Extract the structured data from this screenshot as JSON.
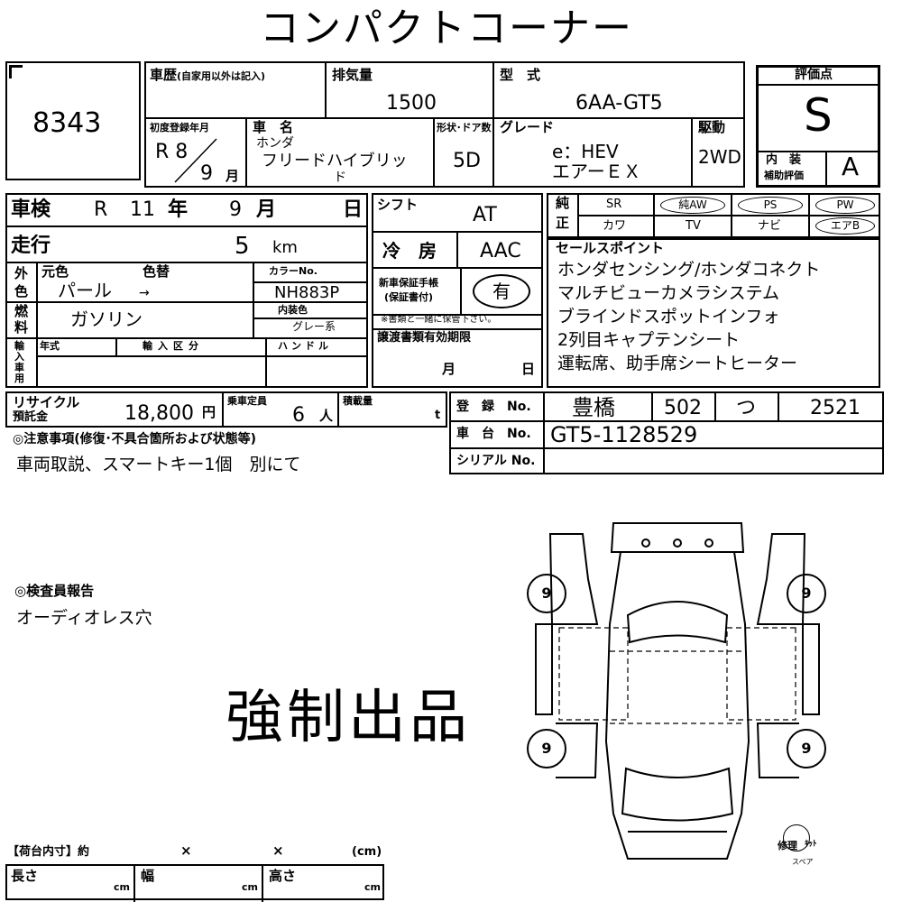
{
  "header": {
    "title": "コンパクトコーナー"
  },
  "lot": {
    "number": "8343"
  },
  "history": {
    "label": "車歴",
    "sub": "(自家用以外は記入)"
  },
  "displacement": {
    "label": "排気量",
    "value": "1500"
  },
  "model": {
    "label": "型　式",
    "value": "6AA-GT5"
  },
  "score_box": {
    "label": "評価点",
    "value": "S",
    "interior_label1": "内　装",
    "interior_label2": "補助評価",
    "interior_value": "A"
  },
  "first_reg": {
    "label": "初度登録年月",
    "year": "R 8",
    "month": "9",
    "month_unit": "月"
  },
  "car_name": {
    "label": "車　名",
    "maker": "ホンダ",
    "name_line1": "フリードハイブリッ",
    "name_line2": "ド"
  },
  "body": {
    "label": "形状･ドア数",
    "value": "5D"
  },
  "grade": {
    "label": "グレード",
    "line1": "e：HEV",
    "line2": "エアーＥＸ"
  },
  "drive": {
    "label": "駆動",
    "value": "2WD"
  },
  "inspection": {
    "label": "車検",
    "era": "R",
    "year": "11",
    "year_unit": "年",
    "month": "9",
    "month_unit": "月",
    "day_unit": "日"
  },
  "mileage": {
    "label": "走行",
    "value": "5",
    "unit": "km"
  },
  "exterior": {
    "label1": "外",
    "label2": "色",
    "orig_label": "元色",
    "change_label": "色替",
    "orig_value": "パール",
    "arrow": "→",
    "color_no_label": "カラーNo.",
    "color_no": "NH883P"
  },
  "fuel": {
    "label1": "燃",
    "label2": "料",
    "value": "ガソリン",
    "interior_color_label": "内装色",
    "interior_color": "グレー系"
  },
  "import": {
    "label": "輸入車用",
    "year_label": "年式",
    "class_label": "輸入区分",
    "handle_label": "ハンドル"
  },
  "shift": {
    "label": "シフト",
    "value": "AT"
  },
  "ac": {
    "label": "冷　房",
    "value": "AAC"
  },
  "warranty": {
    "label1": "新車保証手帳",
    "label2": "(保証書付)",
    "value": "有",
    "note": "※書類と一緒に保管下さい。"
  },
  "transfer": {
    "label": "譲渡書類有効期限",
    "month_unit": "月",
    "day_unit": "日"
  },
  "equipment": {
    "label1": "純",
    "label2": "正",
    "row1": [
      "SR",
      "純AW",
      "PS",
      "PW"
    ],
    "row2": [
      "カワ",
      "TV",
      "ナビ",
      "エアB"
    ]
  },
  "sales_points": {
    "label": "セールスポイント",
    "items": [
      "ホンダセンシング/ホンダコネクト",
      "マルチビューカメラシステム",
      "ブラインドスポットインフォ",
      "2列目キャプテンシート",
      "運転席、助手席シートヒーター"
    ]
  },
  "recycle": {
    "label1": "リサイクル",
    "label2": "預託金",
    "value": "18,800",
    "unit": "円"
  },
  "capacity": {
    "label": "乗車定員",
    "value": "6",
    "unit": "人"
  },
  "load": {
    "label": "積載量",
    "unit": "t"
  },
  "registration": {
    "label": "登　録　No.",
    "place": "豊橋",
    "class": "502",
    "kana": "つ",
    "number": "2521"
  },
  "chassis": {
    "label": "車　台　No.",
    "value": "GT5-1128529"
  },
  "serial": {
    "label": "シリアル No."
  },
  "notes": {
    "label": "◎注意事項(修復･不具合箇所および状態等)",
    "text": "車両取説、スマートキー1個　別にて"
  },
  "inspector": {
    "label": "◎検査員報告",
    "text": "オーディオレス穴"
  },
  "stamp": {
    "text": "強制出品"
  },
  "tires": [
    "9",
    "9",
    "9",
    "9"
  ],
  "repair_kit": {
    "line1": "修理",
    "line2": "ｷｯﾄ",
    "line3": "スペア"
  },
  "cargo": {
    "label": "【荷台内寸】約",
    "x1": "×",
    "x2": "×",
    "unit": "(cm)",
    "length_label": "長さ",
    "width_label": "幅",
    "height_label": "高さ",
    "cm": "cm"
  }
}
